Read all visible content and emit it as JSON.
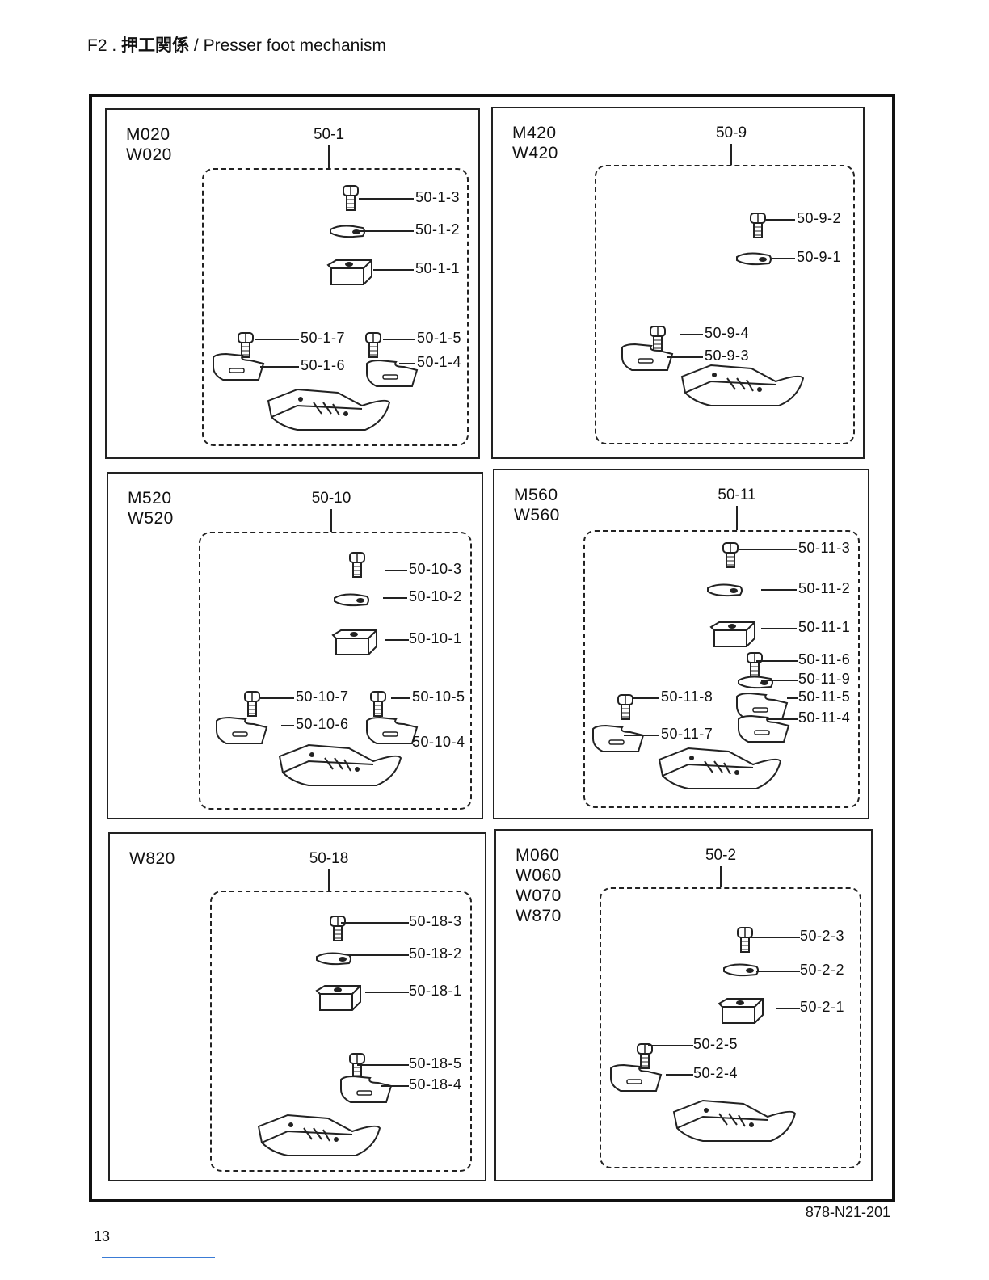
{
  "header": {
    "code": "F2 .",
    "title_jp": "押工関係",
    "separator": "/",
    "title_en": "Presser foot mechanism"
  },
  "panels": [
    {
      "models": [
        "M020",
        "W020"
      ],
      "assembly": "50-1",
      "parts": [
        "50-1-3",
        "50-1-2",
        "50-1-1",
        "50-1-7",
        "50-1-5",
        "50-1-6",
        "50-1-4"
      ]
    },
    {
      "models": [
        "M420",
        "W420"
      ],
      "assembly": "50-9",
      "parts": [
        "50-9-2",
        "50-9-1",
        "50-9-4",
        "50-9-3"
      ]
    },
    {
      "models": [
        "M520",
        "W520"
      ],
      "assembly": "50-10",
      "parts": [
        "50-10-3",
        "50-10-2",
        "50-10-1",
        "50-10-7",
        "50-10-5",
        "50-10-6",
        "50-10-4"
      ]
    },
    {
      "models": [
        "M560",
        "W560"
      ],
      "assembly": "50-11",
      "parts": [
        "50-11-3",
        "50-11-2",
        "50-11-1",
        "50-11-6",
        "50-11-9",
        "50-11-8",
        "50-11-5",
        "50-11-4",
        "50-11-7"
      ]
    },
    {
      "models": [
        "W820"
      ],
      "assembly": "50-18",
      "parts": [
        "50-18-3",
        "50-18-2",
        "50-18-1",
        "50-18-5",
        "50-18-4"
      ]
    },
    {
      "models": [
        "M060",
        "W060",
        "W070",
        "W870"
      ],
      "assembly": "50-2",
      "parts": [
        "50-2-3",
        "50-2-2",
        "50-2-1",
        "50-2-5",
        "50-2-4"
      ]
    }
  ],
  "footer": {
    "doc_number": "878-N21-201",
    "page_number": "13"
  },
  "icons": {
    "screw": "screw-icon",
    "washer": "washer-icon",
    "holder": "holder-icon",
    "plate": "plate-icon",
    "foot": "presser-foot-icon"
  }
}
